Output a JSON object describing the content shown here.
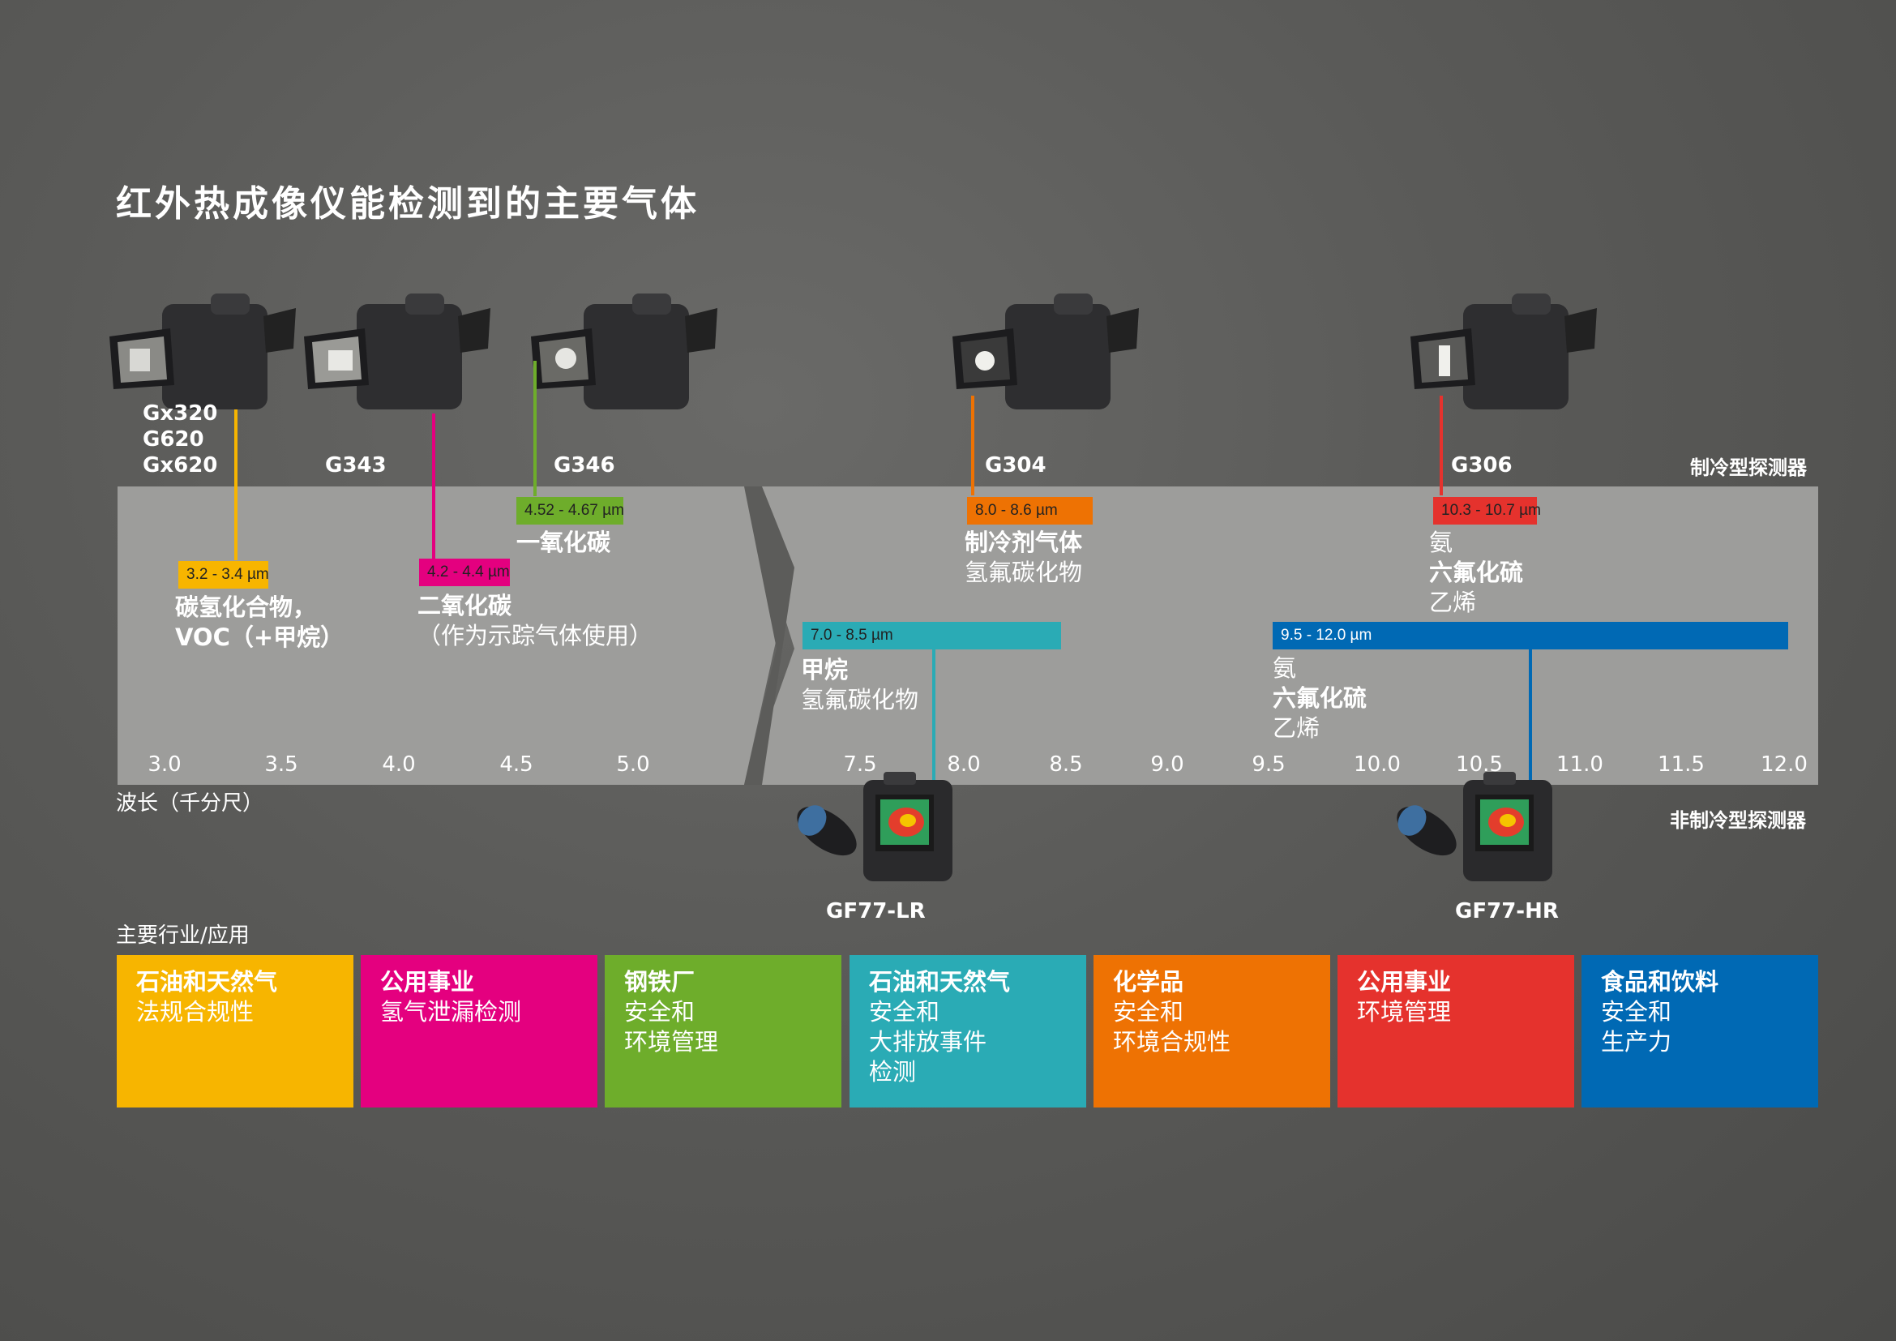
{
  "title": "红外热成像仪能检测到的主要气体",
  "labels": {
    "cooled": "制冷型探测器",
    "uncooled": "非制冷型探测器",
    "axis": "波长（千分尺）",
    "industries": "主要行业/应用"
  },
  "cameras": {
    "gx320": [
      "Gx320",
      "G620",
      "Gx620"
    ],
    "g343": "G343",
    "g346": "G346",
    "g304": "G304",
    "g306": "G306",
    "gf77lr": "GF77-LR",
    "gf77hr": "GF77-HR"
  },
  "ranges": {
    "r1": "3.2 - 3.4 µm",
    "r2": "4.2 - 4.4 µm",
    "r3": "4.52 - 4.67 µm",
    "r4": "8.0 - 8.6 µm",
    "r5": "10.3 - 10.7 µm",
    "r6": "7.0 - 8.5 µm",
    "r7": "9.5 - 12.0 µm"
  },
  "gases": {
    "g1": [
      "碳氢化合物，",
      "VOC（+甲烷）"
    ],
    "g2": [
      "二氧化碳",
      "（作为示踪气体使用）"
    ],
    "g3": [
      "一氧化碳"
    ],
    "g4": [
      "制冷剂气体",
      "氢氟碳化物"
    ],
    "g5": [
      "氨",
      "六氟化硫",
      "乙烯"
    ],
    "g6": [
      "甲烷",
      "氢氟碳化物"
    ],
    "g7": [
      "氨",
      "六氟化硫",
      "乙烯"
    ]
  },
  "ticks": {
    "left": [
      "3.0",
      "3.5",
      "4.0",
      "4.5",
      "5.0"
    ],
    "right": [
      "7.5",
      "8.0",
      "8.5",
      "9.0",
      "9.5",
      "10.0",
      "10.5",
      "11.0",
      "11.5",
      "12.0"
    ]
  },
  "industries": [
    {
      "head": "石油和天然气",
      "body": [
        "法规合规性"
      ],
      "color": "#f7b500"
    },
    {
      "head": "公用事业",
      "body": [
        "氢气泄漏检测"
      ],
      "color": "#e4007f"
    },
    {
      "head": "钢铁厂",
      "body": [
        "安全和",
        "环境管理"
      ],
      "color": "#6ead2b"
    },
    {
      "head": "石油和天然气",
      "body": [
        "安全和",
        "大排放事件",
        "检测"
      ],
      "color": "#2aabb5"
    },
    {
      "head": "化学品",
      "body": [
        "安全和",
        "环境合规性"
      ],
      "color": "#ee7203"
    },
    {
      "head": "公用事业",
      "body": [
        "环境管理"
      ],
      "color": "#e5322d"
    },
    {
      "head": "食品和饮料",
      "body": [
        "安全和",
        "生产力"
      ],
      "color": "#0069b4"
    }
  ],
  "colors": {
    "yellow": "#f7b500",
    "magenta": "#e4007f",
    "green": "#6ead2b",
    "teal": "#2aabb5",
    "orange": "#ee7203",
    "red": "#e5322d",
    "blue": "#0069b4",
    "band": "#9d9d9b"
  }
}
